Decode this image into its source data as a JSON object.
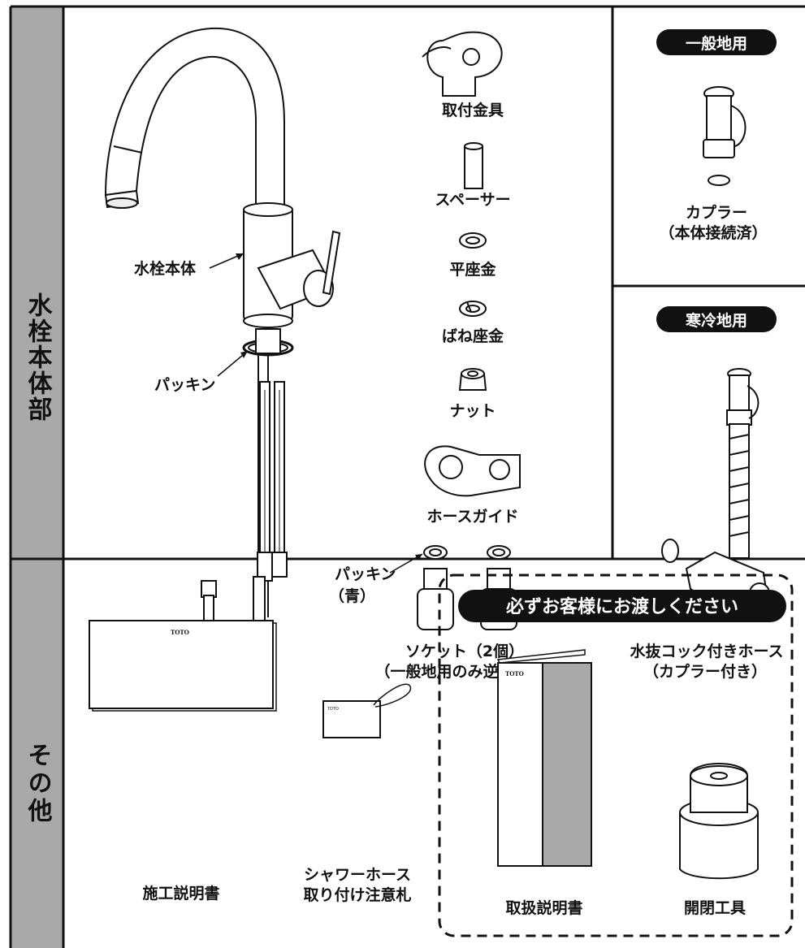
{
  "sections": {
    "main_label": "水栓本体部",
    "other_label": "その他"
  },
  "faucet": {
    "body_label": "水栓本体",
    "packing_label": "パッキン"
  },
  "parts": {
    "bracket": "取付金具",
    "spacer": "スペーサー",
    "flat_washer": "平座金",
    "spring_washer": "ばね座金",
    "nut": "ナット",
    "hose_guide": "ホースガイド",
    "packing_blue_1": "パッキン",
    "packing_blue_2": "（青）",
    "socket_1": "ソケット（2個）",
    "socket_2": "（一般地用のみ逆止弁付き）"
  },
  "general_area": {
    "badge": "一般地用",
    "coupler_1": "カプラー",
    "coupler_2": "（本体接続済）"
  },
  "cold_area": {
    "badge": "寒冷地用",
    "hose_1": "水抜コック付きホース",
    "hose_2": "（カプラー付き）"
  },
  "others": {
    "install_manual": "施工説明書",
    "install_brand": "TOTO",
    "tag_1": "シャワーホース",
    "tag_2": "取り付け注意札",
    "tag_brand": "TOTO"
  },
  "handover": {
    "title": "必ずお客様にお渡しください",
    "manual": "取扱説明書",
    "manual_brand": "TOTO",
    "tool": "開閉工具"
  },
  "colors": {
    "label_column": "#a9a9a9",
    "badge": "#111111",
    "badge_text": "#ffffff",
    "handover_title": "#111111"
  }
}
